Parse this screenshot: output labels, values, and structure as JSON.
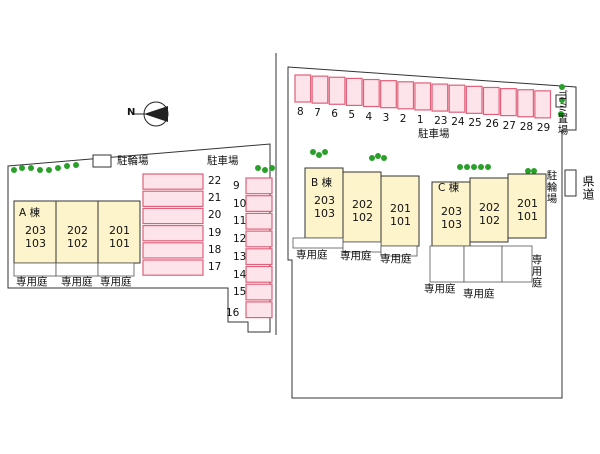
{
  "compass": {
    "north_label": "N"
  },
  "bicycle_parking": "駐輪場",
  "parking": "駐車場",
  "garbage": "ゴミ置場",
  "prefectural_road": "県道",
  "garden": "専用庭",
  "buildings": {
    "A": {
      "label": "A 棟",
      "units": [
        [
          "203",
          "103"
        ],
        [
          "202",
          "102"
        ],
        [
          "201",
          "101"
        ]
      ]
    },
    "B": {
      "label": "B 棟",
      "units": [
        [
          "203",
          "103"
        ],
        [
          "202",
          "102"
        ],
        [
          "201",
          "101"
        ]
      ]
    },
    "C": {
      "label": "C 棟",
      "units": [
        [
          "203",
          "103"
        ],
        [
          "202",
          "102"
        ],
        [
          "201",
          "101"
        ]
      ]
    }
  },
  "left_lot": {
    "left_numbers": [
      "22",
      "21",
      "20",
      "19",
      "18",
      "17"
    ],
    "right_numbers": [
      "9",
      "10",
      "11",
      "12",
      "13",
      "14",
      "15",
      "16"
    ]
  },
  "right_lot": {
    "numbers": [
      "8",
      "7",
      "6",
      "5",
      "4",
      "3",
      "2",
      "1",
      "23",
      "24",
      "25",
      "26",
      "27",
      "28",
      "29"
    ]
  },
  "colors": {
    "building": "#fdf4cc",
    "parking_stripe": "#e0607a",
    "parking_fill": "#fde4ea",
    "tree": "#2aa02a",
    "line": "#333333"
  }
}
